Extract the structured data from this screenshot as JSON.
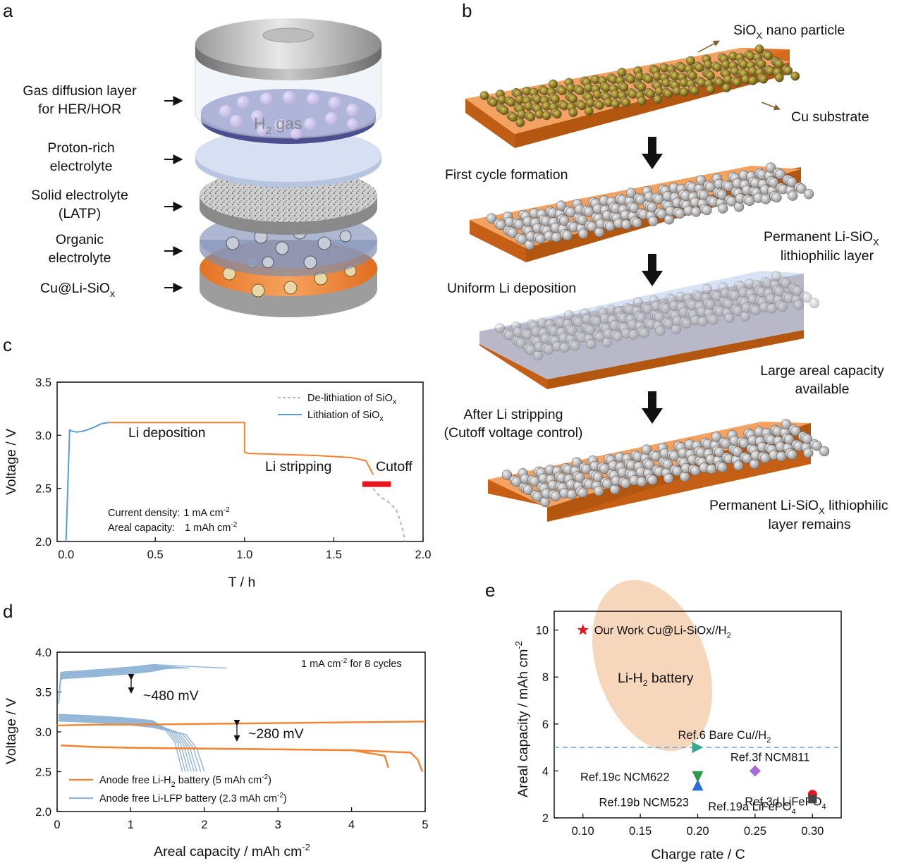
{
  "panel_labels": {
    "a": "a",
    "b": "b",
    "c": "c",
    "d": "d",
    "e": "e"
  },
  "panel_a": {
    "layers": [
      {
        "line1": "Gas diffusion layer",
        "line2": "for HER/HOR"
      },
      {
        "line1": "Proton-rich",
        "line2": "electrolyte"
      },
      {
        "line1": "Solid electrolyte",
        "line2": "(LATP)"
      },
      {
        "line1": "Organic",
        "line2": "electrolyte"
      },
      {
        "line1": "Cu@Li-SiO",
        "sub": "x"
      }
    ],
    "gas_label": {
      "main1": "H",
      "sub": "2",
      "main2": " gas"
    },
    "colors": {
      "cu": "#f08a3a",
      "gdl": "#6c70b8",
      "sphere": "#a58ad6"
    }
  },
  "panel_b": {
    "steps": [
      {
        "a": "SiO",
        "a_sub": "X",
        "a2": " nano particle",
        "b": "Cu substrate"
      },
      {
        "left": "First cycle formation",
        "right1": "Permanent Li-SiO",
        "right1_sub": "X",
        "right2": "lithiophilic layer"
      },
      {
        "left": "Uniform Li deposition",
        "right1": "Large areal capacity",
        "right2": "available"
      },
      {
        "left1": "After Li stripping",
        "left2": "(Cutoff voltage control)",
        "right1": "Permanent Li-SiO",
        "right1_sub": "X",
        "right1b": "  lithiophilic",
        "right2": "layer remains"
      }
    ]
  },
  "chart_data": [
    {
      "id": "c",
      "type": "line",
      "xlabel": "T / h",
      "ylabel": "Voltage / V",
      "xlim": [
        -0.05,
        2.0
      ],
      "ylim": [
        2.0,
        3.5
      ],
      "xticks": [
        "0.0",
        "0.5",
        "1.0",
        "1.5",
        "2.0"
      ],
      "xtick_values": [
        0,
        0.5,
        1.0,
        1.5,
        2.0
      ],
      "yticks": [
        "2.0",
        "2.5",
        "3.0",
        "3.5"
      ],
      "ytick_values": [
        2.0,
        2.5,
        3.0,
        3.5
      ],
      "legend": [
        {
          "label": "De-lithiation of SiO",
          "sub": "x"
        },
        {
          "label": "Lithiation of SiO",
          "sub": "x"
        }
      ],
      "annotations": {
        "dep": "Li deposition",
        "strip": "Li stripping",
        "cutoff": "Cutoff",
        "cd_label": "Current density:",
        "cd_value": "1 mA cm",
        "cd_exp": "-2",
        "ac_label": "Areal capacity:",
        "ac_value": "1 mAh cm",
        "ac_exp": "-2"
      },
      "series": [
        {
          "color": "#5b9bd5",
          "x": [
            0.0,
            0.02,
            0.03,
            0.06,
            0.1,
            0.15,
            0.2,
            0.24
          ],
          "y": [
            2.0,
            3.05,
            3.04,
            3.03,
            3.04,
            3.07,
            3.11,
            3.12
          ]
        },
        {
          "color": "#f4822f",
          "x": [
            0.24,
            0.4,
            0.6,
            0.8,
            1.0,
            1.0,
            1.02,
            1.2,
            1.4,
            1.6,
            1.68,
            1.72
          ],
          "y": [
            3.12,
            3.12,
            3.12,
            3.12,
            3.12,
            2.84,
            2.83,
            2.82,
            2.81,
            2.79,
            2.76,
            2.63
          ]
        },
        {
          "color": "#bbbbbb",
          "x": [
            1.72,
            1.76,
            1.8,
            1.85,
            1.88,
            1.9
          ],
          "y": [
            2.5,
            2.42,
            2.38,
            2.3,
            2.15,
            2.0
          ]
        }
      ],
      "cutoff_bar": {
        "x": [
          1.66,
          1.82
        ],
        "y": 2.54,
        "color": "#e8161c"
      }
    },
    {
      "id": "d",
      "type": "line",
      "xlabel": "Areal capacity / mAh cm",
      "xlabel_exp": "-2",
      "ylabel": "Voltage / V",
      "xlim": [
        0,
        5
      ],
      "ylim": [
        2.0,
        4.0
      ],
      "xticks": [
        "0",
        "1",
        "2",
        "3",
        "4",
        "5"
      ],
      "xtick_values": [
        0,
        1,
        2,
        3,
        4,
        5
      ],
      "yticks": [
        "2.0",
        "2.5",
        "3.0",
        "3.5",
        "4.0"
      ],
      "ytick_values": [
        2.0,
        2.5,
        3.0,
        3.5,
        4.0
      ],
      "annotations": {
        "top": "1 mA cm",
        "top_exp": "-2",
        "top2": " for 8 cycles",
        "gap1": "~480 mV",
        "gap2": "~280 mV"
      },
      "legend": [
        {
          "label": "Anode free Li-H",
          "sub": "2",
          "label2": " battery (5 mAh cm",
          "exp": "-2",
          "end": ")",
          "color": "#f4822f"
        },
        {
          "label": "Anode free Li-LFP battery (2.3 mAh cm",
          "exp": "-2",
          "end": ")",
          "color": "#8fb4d6"
        }
      ],
      "series": [
        {
          "name": "Li-H2 charge",
          "color": "#f4822f",
          "x": [
            0,
            0.5,
            1,
            2,
            3,
            4,
            5
          ],
          "y": [
            3.08,
            3.09,
            3.09,
            3.1,
            3.11,
            3.12,
            3.13
          ]
        },
        {
          "name": "Li-H2 discharge 1",
          "color": "#f4822f",
          "x": [
            0.05,
            0.5,
            1.0,
            2.0,
            3.0,
            4.0,
            4.45,
            4.5
          ],
          "y": [
            2.83,
            2.81,
            2.8,
            2.79,
            2.78,
            2.77,
            2.7,
            2.55
          ]
        },
        {
          "name": "Li-H2 discharge 2",
          "color": "#f4822f",
          "x": [
            0.05,
            0.5,
            1.0,
            2.0,
            3.0,
            4.0,
            4.8,
            4.9,
            4.96
          ],
          "y": [
            2.83,
            2.81,
            2.8,
            2.79,
            2.78,
            2.77,
            2.74,
            2.65,
            2.5
          ]
        }
      ],
      "lfp": {
        "color": "#8fb4d6",
        "charge_end": [
          1.5,
          1.55,
          1.6,
          1.65,
          1.7,
          1.75,
          1.8,
          2.3
        ],
        "discharge_end": [
          1.7,
          1.74,
          1.78,
          1.82,
          1.86,
          1.9,
          1.95,
          2.0
        ]
      }
    },
    {
      "id": "e",
      "type": "scatter",
      "xlabel": "Charge rate / C",
      "ylabel": "Areal capacity / mAh cm",
      "ylabel_exp": "-2",
      "xlim": [
        0.075,
        0.325
      ],
      "ylim": [
        2,
        10.8
      ],
      "xticks": [
        "0.10",
        "0.15",
        "0.20",
        "0.25",
        "0.30"
      ],
      "xtick_values": [
        0.1,
        0.15,
        0.2,
        0.25,
        0.3
      ],
      "yticks": [
        "2",
        "4",
        "6",
        "8",
        "10"
      ],
      "ytick_values": [
        2,
        4,
        6,
        8,
        10
      ],
      "ellipse_label": {
        "main": "Li-H",
        "sub": "2",
        "main2": " battery"
      },
      "dashed_y": 5.0,
      "points": [
        {
          "label": "Our Work Cu@Li-SiOx//H",
          "sub": "2",
          "x": 0.1,
          "y": 10.0,
          "marker": "star",
          "color": "#e8161c"
        },
        {
          "label": "Ref.6 Bare Cu//H",
          "sub": "2",
          "x": 0.2,
          "y": 5.0,
          "marker": "tri-right",
          "color": "#3aaa8c"
        },
        {
          "label": "Ref.3f NCM811",
          "x": 0.25,
          "y": 4.0,
          "marker": "diamond",
          "color": "#a66bd6"
        },
        {
          "label": "Ref.19c NCM622",
          "x": 0.2,
          "y": 3.75,
          "marker": "tri-down",
          "color": "#2a9a4c"
        },
        {
          "label": "Ref.19b NCM523",
          "x": 0.2,
          "y": 3.4,
          "marker": "tri-up",
          "color": "#2b6fd9"
        },
        {
          "label": "Ref.3d LiFePO",
          "sub": "4",
          "x": 0.3,
          "y": 3.0,
          "marker": "circle",
          "color": "#e8161c"
        },
        {
          "label": "Ref.19a LiFePO",
          "sub": "4",
          "x": 0.3,
          "y": 2.8,
          "marker": "square",
          "color": "#444444"
        }
      ]
    }
  ]
}
